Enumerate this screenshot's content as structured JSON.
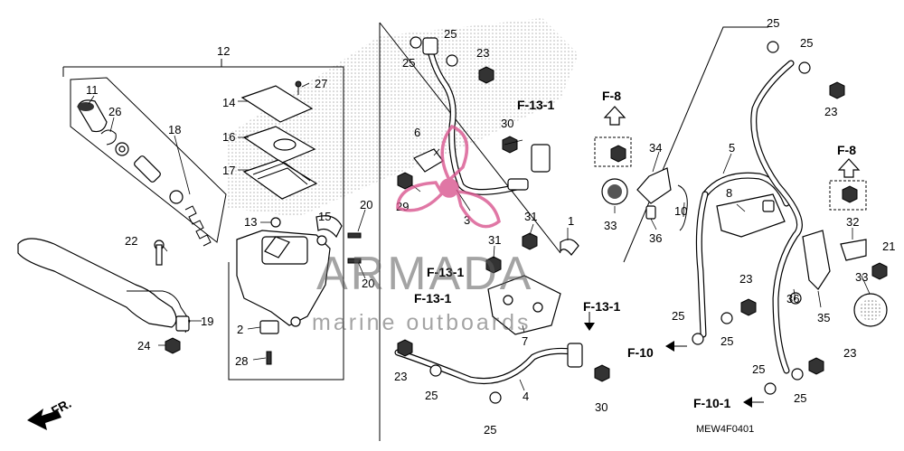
{
  "diagram": {
    "part_numbers": {
      "n1": "1",
      "n2": "2",
      "n3": "3",
      "n4": "4",
      "n5": "5",
      "n6": "6",
      "n7": "7",
      "n8": "8",
      "n10": "10",
      "n11": "11",
      "n12": "12",
      "n13": "13",
      "n14": "14",
      "n15": "15",
      "n16": "16",
      "n17": "17",
      "n18": "18",
      "n19": "19",
      "n20": "20",
      "n21": "21",
      "n22": "22",
      "n23": "23",
      "n24": "24",
      "n25": "25",
      "n26": "26",
      "n27": "27",
      "n28": "28",
      "n29": "29",
      "n30": "30",
      "n31": "31",
      "n32": "32",
      "n33": "33",
      "n34": "34",
      "n35": "35",
      "n36": "36"
    },
    "references": {
      "f13_1": "F-13-1",
      "f8": "F-8",
      "f10": "F-10",
      "f10_1": "F-10-1"
    },
    "direction_label": "FR.",
    "diagram_code": "MEW4F0401"
  },
  "watermark": {
    "brand": "ARMADA",
    "tagline": "marine outboards"
  },
  "colors": {
    "ink": "#000000",
    "watermark_pink": "#d9568f",
    "watermark_gray": "#5a5a5a"
  }
}
